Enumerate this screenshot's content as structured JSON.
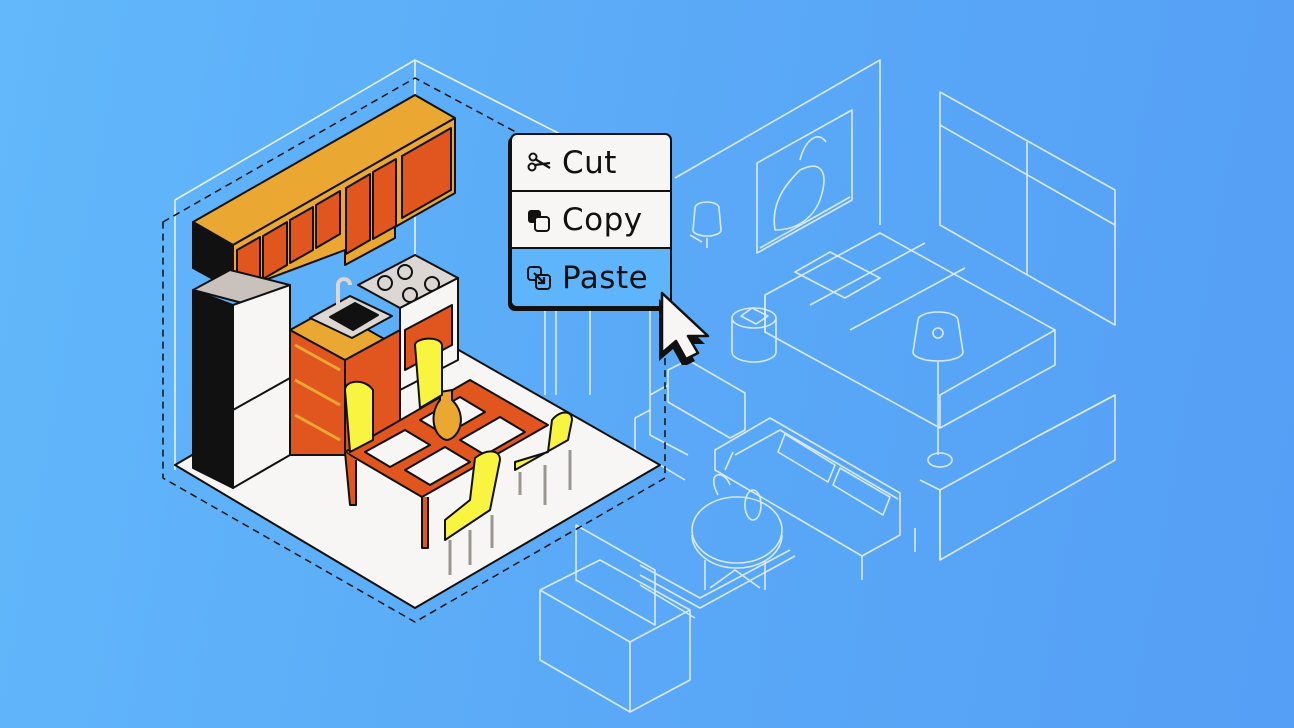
{
  "colors": {
    "background_left": "#62b8fb",
    "background_right": "#559ff6",
    "wireframe_line": "#e6f1fd",
    "outline": "#111111",
    "cabinet_top": "#eaa832",
    "cabinet_door": "#e0561e",
    "chair_yellow": "#f9f440",
    "floor": "#f7f6f4",
    "menu_bg": "#f7f6f4",
    "menu_active": "#5eb5fb"
  },
  "context_menu": {
    "items": [
      {
        "label": "Cut",
        "icon": "scissors-icon",
        "active": false
      },
      {
        "label": "Copy",
        "icon": "copy-icon",
        "active": false
      },
      {
        "label": "Paste",
        "icon": "paste-icon",
        "active": true
      }
    ]
  },
  "illustration": {
    "foreground_room": "kitchen",
    "background_room": "bedroom-living-wireframe",
    "cursor": "arrow-pointer"
  }
}
